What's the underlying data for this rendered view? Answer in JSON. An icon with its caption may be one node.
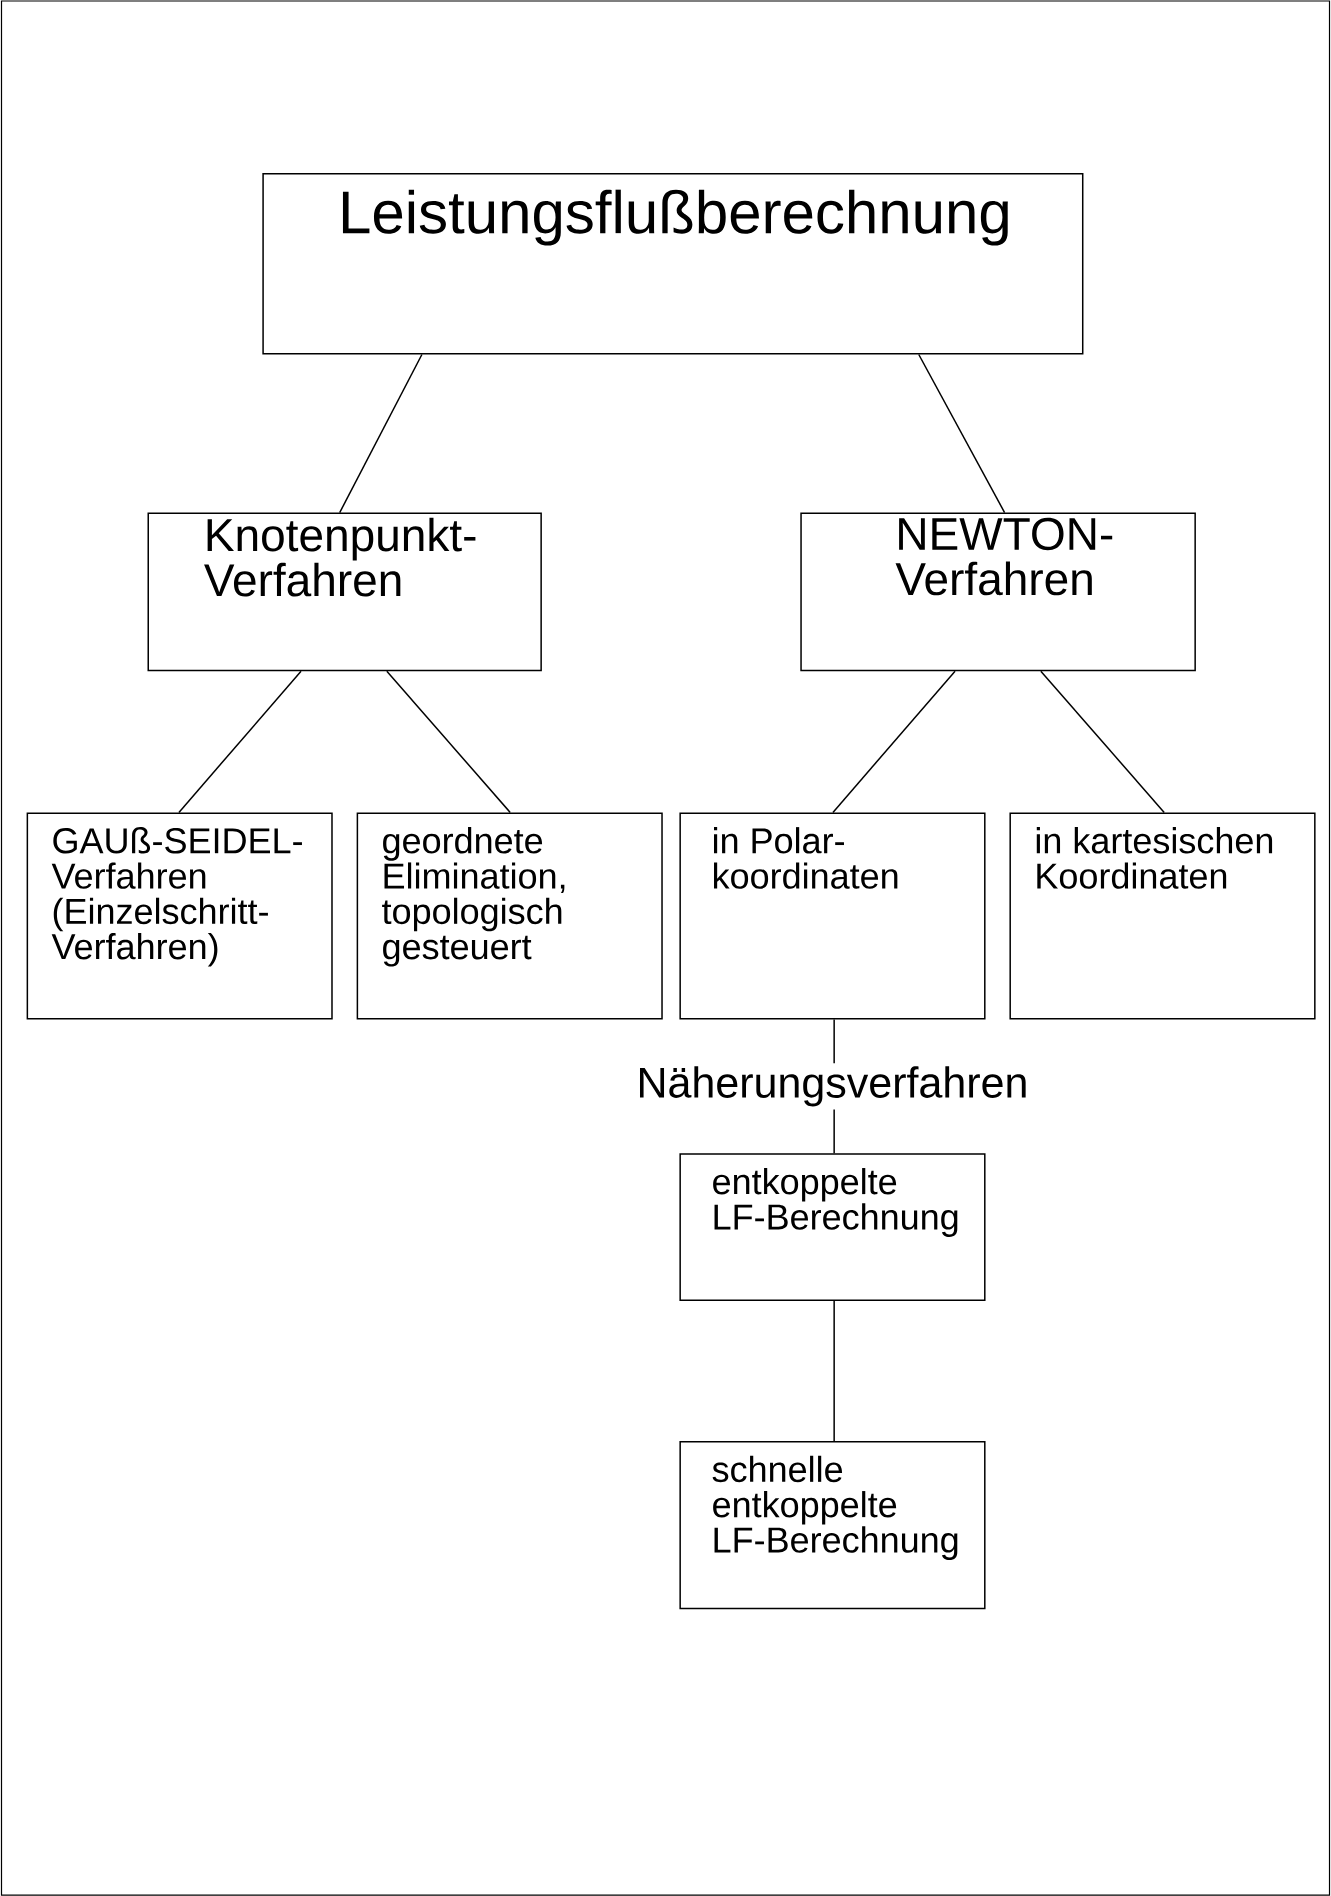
{
  "diagram": {
    "nodes": [
      {
        "text": [
          "Leistungsflußberechnung"
        ]
      },
      {
        "text": [
          "Knotenpunkt-Verfahren"
        ]
      },
      {
        "text": [
          "NEWTON-Verfahren"
        ]
      },
      {
        "text": [
          "GAUß-SEIDEL-Verfahren (Einzelschritt-Verfahren)"
        ]
      },
      {
        "text": [
          "geordnete Elimination, topologisch gesteuert"
        ]
      },
      {
        "text": [
          "in Polar-koordinaten"
        ]
      },
      {
        "text": [
          "in kartesischen Koordinaten"
        ]
      },
      {
        "text": [
          "entkoppelte LF-Berechnung"
        ]
      },
      {
        "text": [
          "schnelle entkoppelte LF-Berechnung"
        ]
      }
    ],
    "edges": [
      {
        "from": 0,
        "to": 1,
        "arrow": "none"
      },
      {
        "from": 0,
        "to": 2,
        "arrow": "none"
      },
      {
        "from": 1,
        "to": 3,
        "arrow": "none"
      },
      {
        "from": 1,
        "to": 4,
        "arrow": "none"
      },
      {
        "from": 2,
        "to": 5,
        "arrow": "none"
      },
      {
        "from": 2,
        "to": 6,
        "arrow": "none"
      },
      {
        "from": 5,
        "to": 7,
        "arrow": "none",
        "label": "Näherungsverfahren"
      },
      {
        "from": 7,
        "to": 8,
        "arrow": "none"
      }
    ]
  }
}
